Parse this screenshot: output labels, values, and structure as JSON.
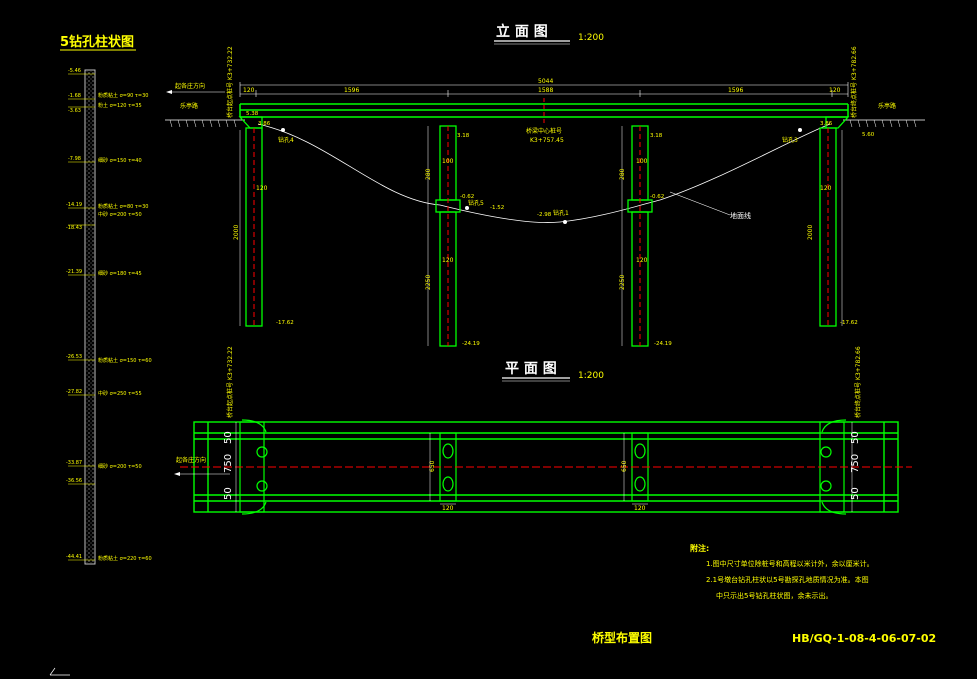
{
  "titles": {
    "borehole": "5钻孔柱状图",
    "elevation": "立 面 图",
    "elevation_scale": "1:200",
    "plan": "平 面 图",
    "plan_scale": "1:200",
    "drawing_name": "桥型布置图",
    "drawing_no": "HB/GQ-1-08-4-06-07-02"
  },
  "elevation": {
    "dir_left": "起各庄方向",
    "road_left": "乐亭路",
    "road_right": "乐亭路",
    "total_span": "5044",
    "spans": [
      "1596",
      "1588",
      "1596"
    ],
    "end_dims": [
      "120",
      "120"
    ],
    "center_label": "桥梁中心桩号",
    "center_station": "K3+757.45",
    "ground_label": "地面线",
    "bh4": "钻孔4",
    "bh5": "钻孔5",
    "bh1": "钻孔1",
    "bh3": "钻孔3",
    "pile_len_side": "2000",
    "pile_len_mid": "2250",
    "dim_120": "120",
    "dim_100": "100",
    "dim_280": "280",
    "lvl_top_l": "5.38",
    "lvl_bed_l": "3.86",
    "lvl_bed_r": "3.86",
    "lvl_p2": "3.18",
    "lvl_p3": "3.18",
    "lvl_cap2": "-0.62",
    "lvl_cap3": "-0.62",
    "lvl_bed1": "-1.52",
    "lvl_bed2": "-2.98",
    "lvl_btm_l": "-17.62",
    "lvl_btm_r": "-17.62",
    "lvl_btm_p2": "-24.19",
    "lvl_btm_p3": "-24.19",
    "lvl_r5": "5.60",
    "abut_left": "桥台起点桩号 K3+732.22",
    "abut_right": "桥台终点桩号 K3+782.66"
  },
  "plan": {
    "dir": "起各庄方向",
    "w750": "750",
    "w50": "50",
    "w650": "650",
    "w120": "120",
    "abut_left": "桥台起点桩号 K3+732.22",
    "abut_right": "桥台终点桩号 K3+782.66"
  },
  "notes": {
    "heading": "附注:",
    "line1": "1.图中尺寸单位除桩号和高程以米计外，余以厘米计。",
    "line2": "2.1号墩台钻孔柱状以5号勘探孔地质情况为准。本图",
    "line3": "中只示出5号钻孔柱状图，余未示出。"
  },
  "borehole": {
    "levels": [
      "-5.46",
      "-1.68",
      "-3.63",
      "-7.98",
      "-14.19",
      "-18.43",
      "-21.39",
      "-26.53",
      "-27.82",
      "-33.87",
      "-36.56",
      "-44.41"
    ],
    "layers": [
      "粉质粘土 σ=90 τ=30",
      "粉土 σ=120 τ=35",
      "细砂 σ=150 τ=40",
      "粉质粘土 σ=80 τ=30",
      "中砂 σ=200 τ=50",
      "细砂 σ=180 τ=45",
      "粉质粘土 σ=150 τ=60",
      "中砂 σ=250 τ=55",
      "细砂 σ=200 τ=50",
      "粉质粘土 σ=220 τ=60"
    ]
  },
  "colors": {
    "bg": "#000000",
    "structure": "#00ff00",
    "text": "#ffff00",
    "centerline": "#ff0000",
    "ground": "#ffffff",
    "hatch": "#c0c0c0"
  }
}
